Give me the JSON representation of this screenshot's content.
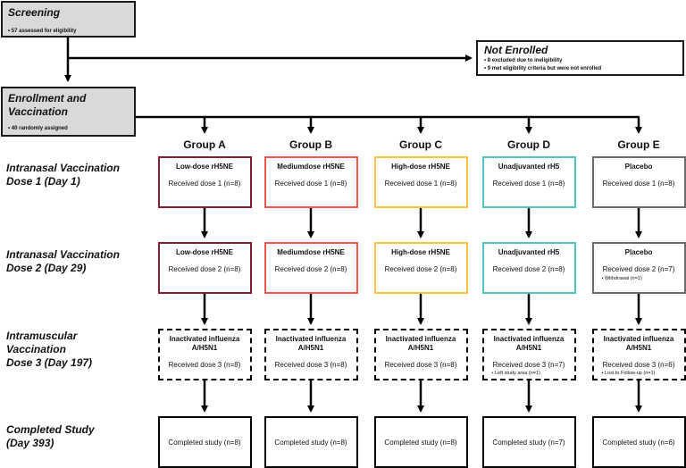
{
  "screening": {
    "title": "Screening",
    "note": "• 57 assessed for eligibility"
  },
  "not_enrolled": {
    "title": "Not Enrolled",
    "notes": [
      "• 8 excluded due to ineligibility",
      "• 9 met eligibility criteria but were not enrolled"
    ]
  },
  "enrollment": {
    "title": "Enrollment and\nVaccination",
    "note": "• 40 randomly assigned"
  },
  "row_labels": [
    "Intranasal Vaccination\nDose 1 (Day 1)",
    "Intranasal Vaccination\nDose 2 (Day 29)",
    "Intramuscular\nVaccination\nDose 3 (Day 197)",
    "Completed Study\n(Day 393)"
  ],
  "groups": [
    {
      "header": "Group A",
      "color": "#8b1a2f",
      "dose1": {
        "title": "Low-dose rH5NE",
        "text": "Received dose 1 (n=8)"
      },
      "dose2": {
        "title": "Low-dose rH5NE",
        "text": "Received dose 2 (n=8)",
        "note": ""
      },
      "dose3": {
        "title": "Inactivated influenza\nA/H5N1",
        "text": "Received dose 3 (n=8)",
        "note": ""
      },
      "completed": "Completed study (n=8)"
    },
    {
      "header": "Group B",
      "color": "#f0564a",
      "dose1": {
        "title": "Mediumdose rH5NE",
        "text": "Received dose 1 (n=8)"
      },
      "dose2": {
        "title": "Mediumdose rH5NE",
        "text": "Received dose 2 (n=8)",
        "note": ""
      },
      "dose3": {
        "title": "Inactivated influenza\nA/H5N1",
        "text": "Received dose 3 (n=8)",
        "note": ""
      },
      "completed": "Completed study (n=8)"
    },
    {
      "header": "Group C",
      "color": "#f6c343",
      "dose1": {
        "title": "High-dose rH5NE",
        "text": "Received dose 1 (n=8)"
      },
      "dose2": {
        "title": "High-dose rH5NE",
        "text": "Received dose 2 (n=8)",
        "note": ""
      },
      "dose3": {
        "title": "Inactivated influenza\nA/H5N1",
        "text": "Received dose 3 (n=8)",
        "note": ""
      },
      "completed": "Completed study (n=8)"
    },
    {
      "header": "Group D",
      "color": "#4fc3c3",
      "dose1": {
        "title": "Unadjuvanted rH5",
        "text": "Received dose 1 (n=8)"
      },
      "dose2": {
        "title": "Unadjuvanted rH5",
        "text": "Received dose 2 (n=8)",
        "note": ""
      },
      "dose3": {
        "title": "Inactivated influenza\nA/H5N1",
        "text": "Received dose 3 (n=7)",
        "note": "• Left study area (n=1)"
      },
      "completed": "Completed study (n=7)"
    },
    {
      "header": "Group E",
      "color": "#6b6b6b",
      "dose1": {
        "title": "Placebo",
        "text": "Received dose 1 (n=8)"
      },
      "dose2": {
        "title": "Placebo",
        "text": "Received dose 2 (n=7)",
        "note": "• Withdrawal (n=1)"
      },
      "dose3": {
        "title": "Inactivated influenza\nA/H5N1",
        "text": "Received dose 3 (n=6)",
        "note": "• Lost to Follow-up (n=1)"
      },
      "completed": "Completed study (n=6)"
    }
  ]
}
